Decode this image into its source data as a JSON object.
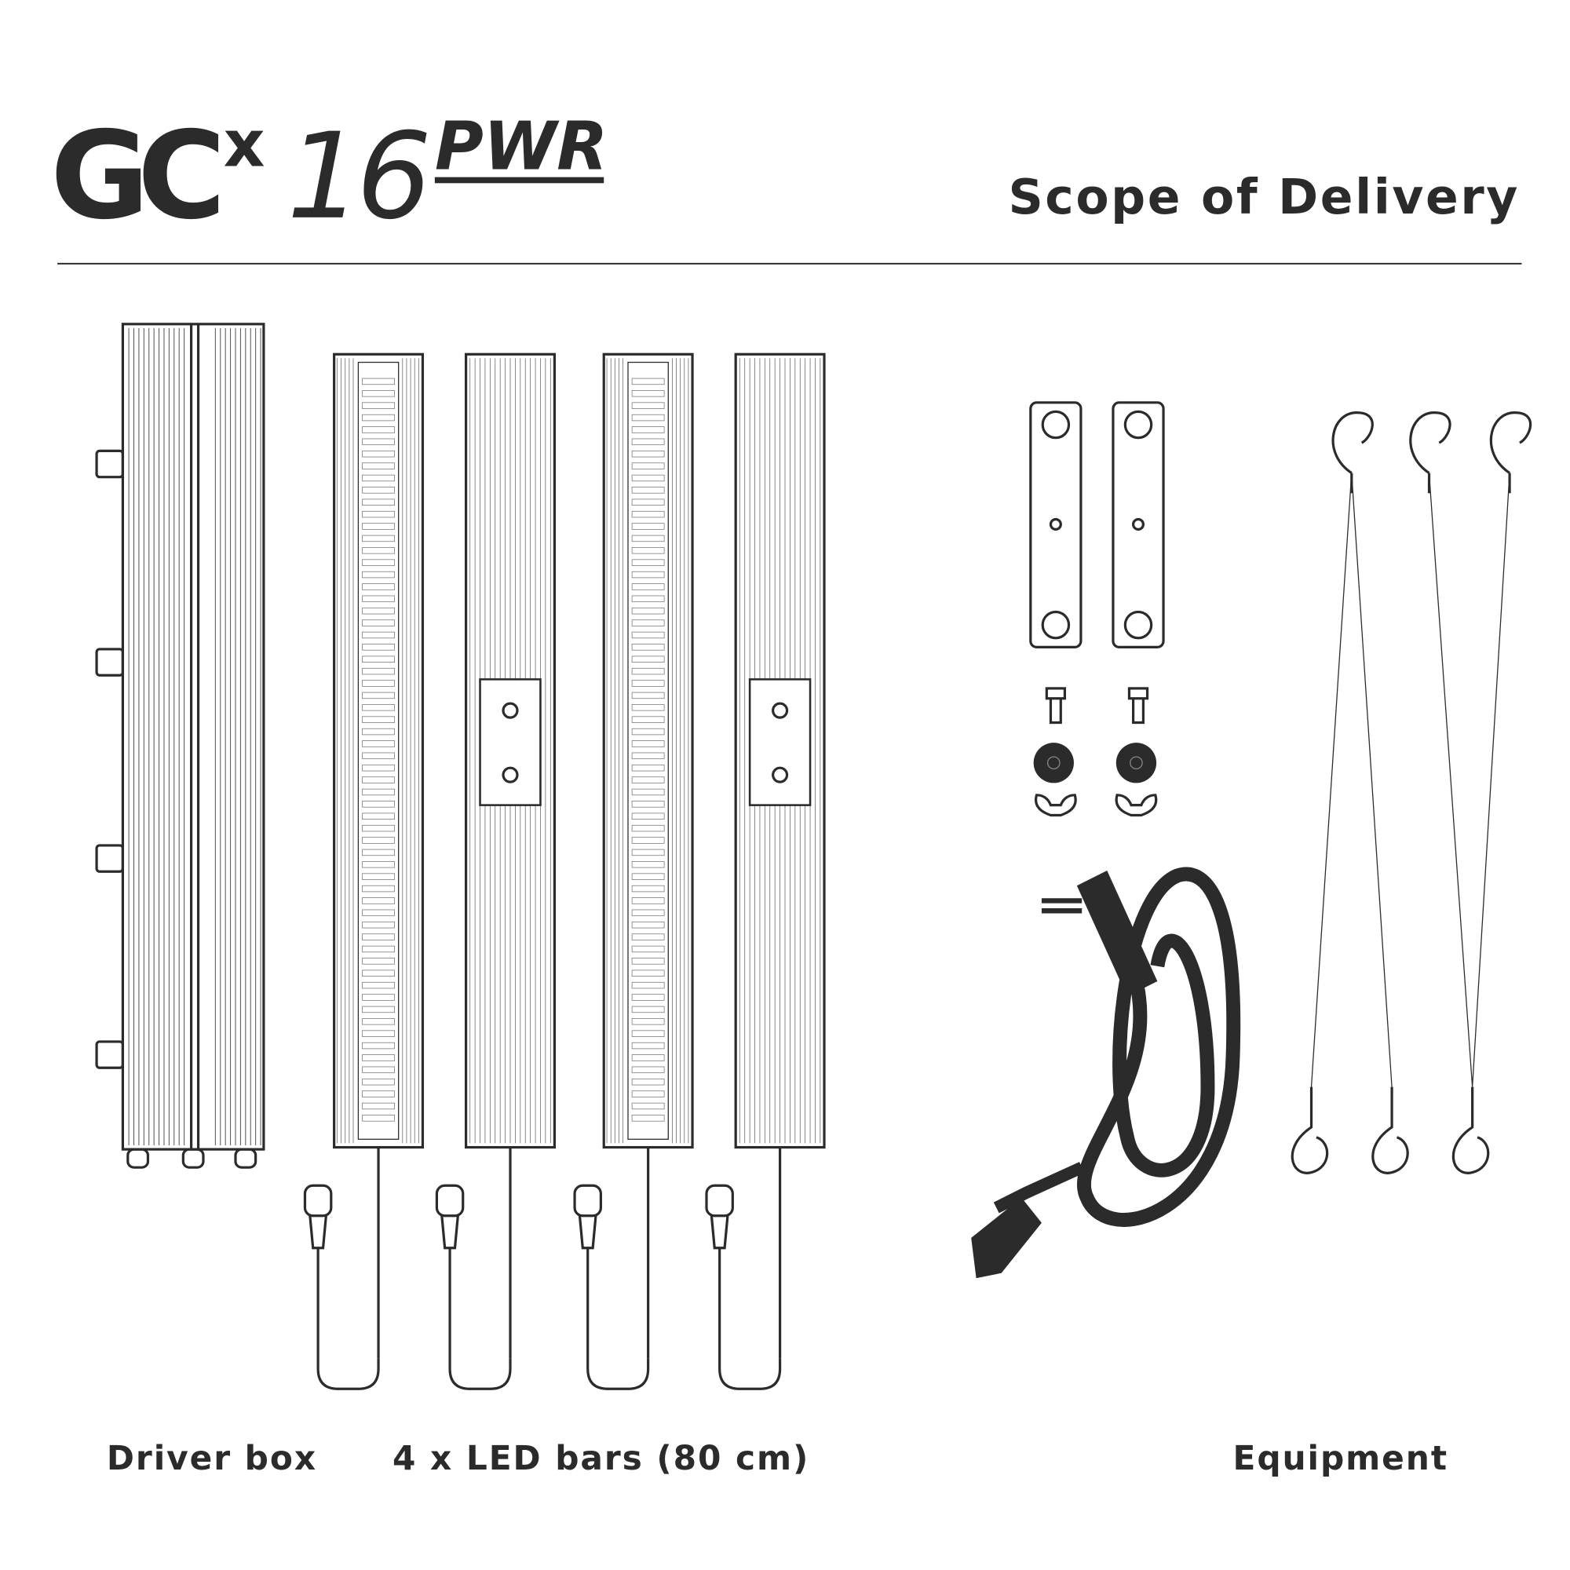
{
  "logo": {
    "brand": "GC",
    "multiplier": "x",
    "number": "16",
    "variant": "PWR"
  },
  "header": {
    "title": "Scope of Delivery"
  },
  "items": {
    "driver_label": "Driver box",
    "bars_label": "4 x LED bars (80 cm)",
    "equipment_label": "Equipment"
  },
  "colors": {
    "ink": "#2b2b2b",
    "background": "#ffffff"
  }
}
